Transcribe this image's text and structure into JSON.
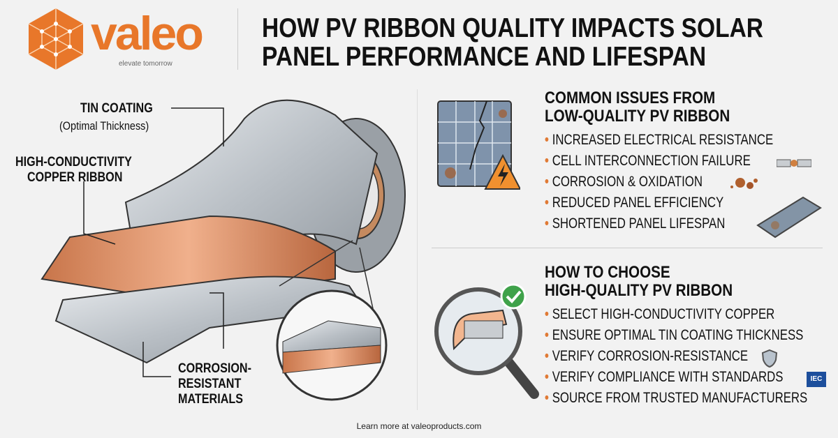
{
  "brand": {
    "name": "valeo",
    "tagline": "elevate tomorrow",
    "color": "#e8772a"
  },
  "title": {
    "line1": "HOW PV RIBBON QUALITY IMPACTS SOLAR",
    "line2": "PANEL PERFORMANCE AND LIFESPAN"
  },
  "labels": {
    "tin_coating": "TIN COATING",
    "tin_note": "(Optimal Thickness)",
    "copper_line1": "HIGH-CONDUCTIVITY",
    "copper_line2": "COPPER RIBBON",
    "corrosion_line1": "CORROSION-",
    "corrosion_line2": "RESISTANT",
    "corrosion_line3": "MATERIALS"
  },
  "issues": {
    "heading1": "COMMON ISSUES FROM",
    "heading2": "LOW-QUALITY PV RIBBON",
    "items": [
      "INCREASED ELECTRICAL RESISTANCE",
      "CELL INTERCONNECTION FAILURE",
      "CORROSION & OXIDATION",
      "REDUCED PANEL EFFICIENCY",
      "SHORTENED PANEL LIFESPAN"
    ]
  },
  "choose": {
    "heading1": "HOW TO CHOOSE",
    "heading2": "HIGH-QUALITY PV RIBBON",
    "items": [
      "SELECT HIGH-CONDUCTIVITY COPPER",
      "ENSURE OPTIMAL TIN COATING THICKNESS",
      "VERIFY CORROSION-RESISTANCE",
      "VERIFY COMPLIANCE WITH STANDARDS",
      "SOURCE FROM TRUSTED MANUFACTURERS"
    ],
    "iec_badge": "IEC"
  },
  "footer": "Learn more at valeoproducts.com",
  "icons": [
    "valeo-hex-logo",
    "cracked-solar-panel",
    "warning-bolt",
    "broken-ribbon",
    "rust-spots",
    "dirty-panel",
    "magnifier-check",
    "shield",
    "iec-badge"
  ]
}
